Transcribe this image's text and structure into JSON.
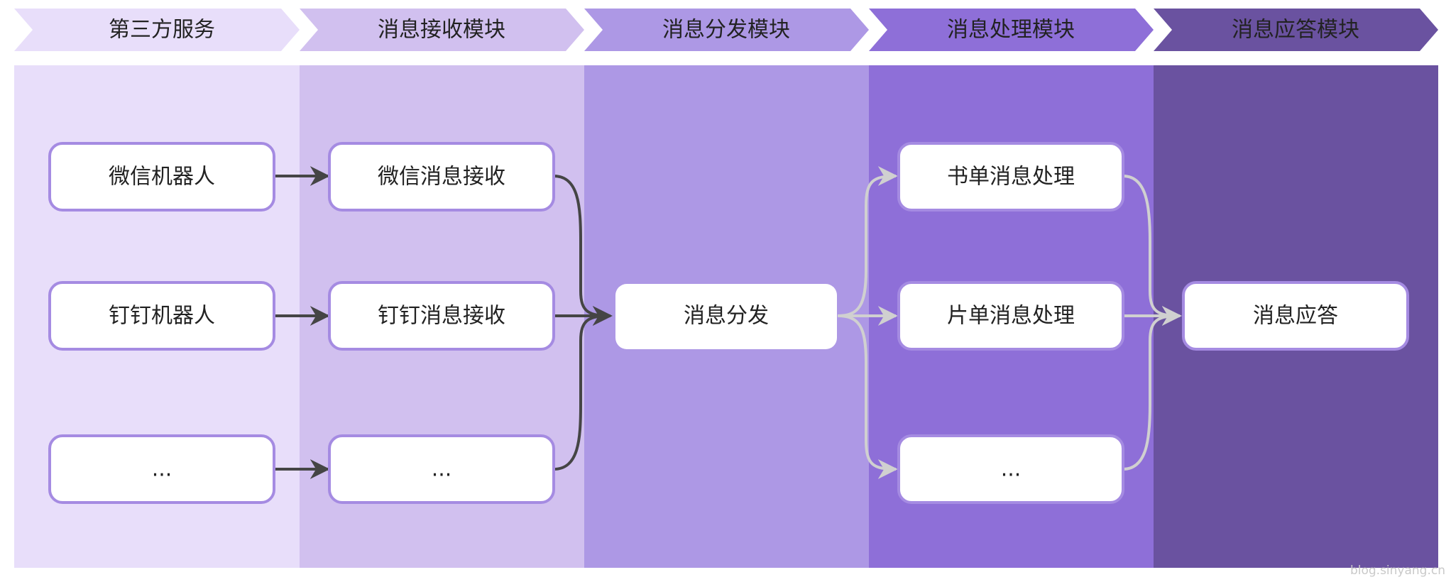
{
  "columns": [
    {
      "header": "第三方服务",
      "color": "#e8defa"
    },
    {
      "header": "消息接收模块",
      "color": "#d1c0ef"
    },
    {
      "header": "消息分发模块",
      "color": "#ad98e5"
    },
    {
      "header": "消息处理模块",
      "color": "#8e6fd8"
    },
    {
      "header": "消息应答模块",
      "color": "#6a52a0"
    }
  ],
  "nodes": {
    "wechat_bot": "微信机器人",
    "dingtalk_bot": "钉钉机器人",
    "third_more": "...",
    "wechat_receive": "微信消息接收",
    "dingtalk_receive": "钉钉消息接收",
    "receive_more": "...",
    "dispatch": "消息分发",
    "book_process": "书单消息处理",
    "film_process": "片单消息处理",
    "process_more": "...",
    "reply": "消息应答"
  },
  "colors": {
    "node_border": "#a58be2",
    "arrow_dark": "#454545",
    "arrow_light": "#d0d0d0"
  },
  "watermark": "blog.sinyang.cn"
}
